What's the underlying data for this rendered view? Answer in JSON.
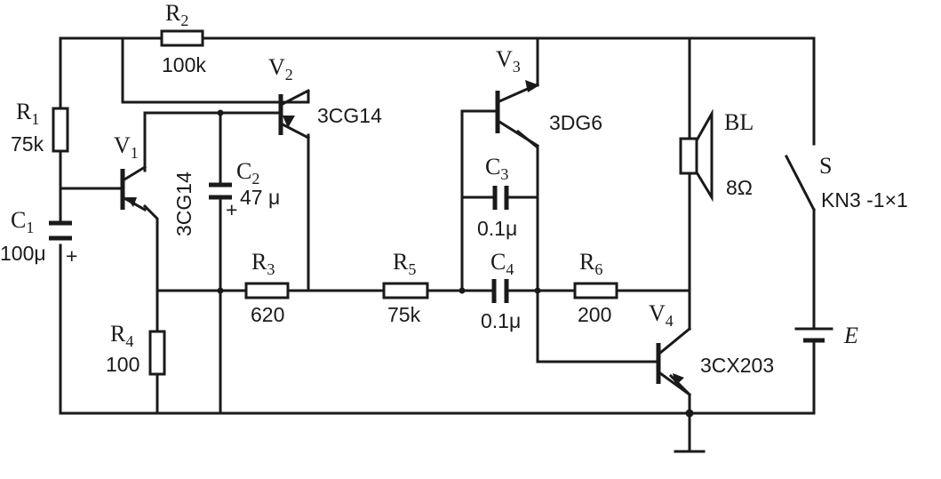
{
  "components": {
    "R1": {
      "ref": "R",
      "sub": "1",
      "value": "75k"
    },
    "R2": {
      "ref": "R",
      "sub": "2",
      "value": "100k"
    },
    "R3": {
      "ref": "R",
      "sub": "3",
      "value": "620"
    },
    "R4": {
      "ref": "R",
      "sub": "4",
      "value": "100"
    },
    "R5": {
      "ref": "R",
      "sub": "5",
      "value": "75k"
    },
    "R6": {
      "ref": "R",
      "sub": "6",
      "value": "200"
    },
    "C1": {
      "ref": "C",
      "sub": "1",
      "value": "100μ",
      "polarity": "+"
    },
    "C2": {
      "ref": "C",
      "sub": "2",
      "value": "47 μ",
      "polarity": "+"
    },
    "C3": {
      "ref": "C",
      "sub": "3",
      "value": "0.1μ"
    },
    "C4": {
      "ref": "C",
      "sub": "4",
      "value": "0.1μ"
    },
    "V1": {
      "ref": "V",
      "sub": "1",
      "model": "3CG14"
    },
    "V2": {
      "ref": "V",
      "sub": "2",
      "model": "3CG14"
    },
    "V3": {
      "ref": "V",
      "sub": "3",
      "model": "3DG6"
    },
    "V4": {
      "ref": "V",
      "sub": "4",
      "model": "3CX203"
    },
    "BL": {
      "ref": "BL",
      "value": "8Ω"
    },
    "S": {
      "ref": "S",
      "model": "KN3 -1×1"
    },
    "E": {
      "ref": "E"
    }
  }
}
